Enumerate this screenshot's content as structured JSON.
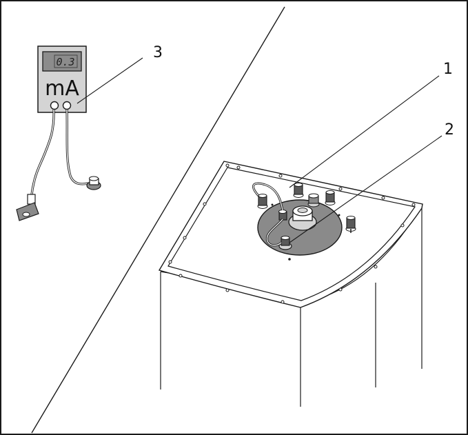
{
  "meter": {
    "display_value": "0.3",
    "unit": "mA"
  },
  "callouts": [
    {
      "number": "1"
    },
    {
      "number": "2"
    },
    {
      "number": "3"
    }
  ],
  "colors": {
    "line": "#1a1a1a",
    "meter_body": "#d4d4d4",
    "display_bg": "#8c8c8c",
    "flange": "#8a8a8a",
    "frame": "#ffffff"
  }
}
